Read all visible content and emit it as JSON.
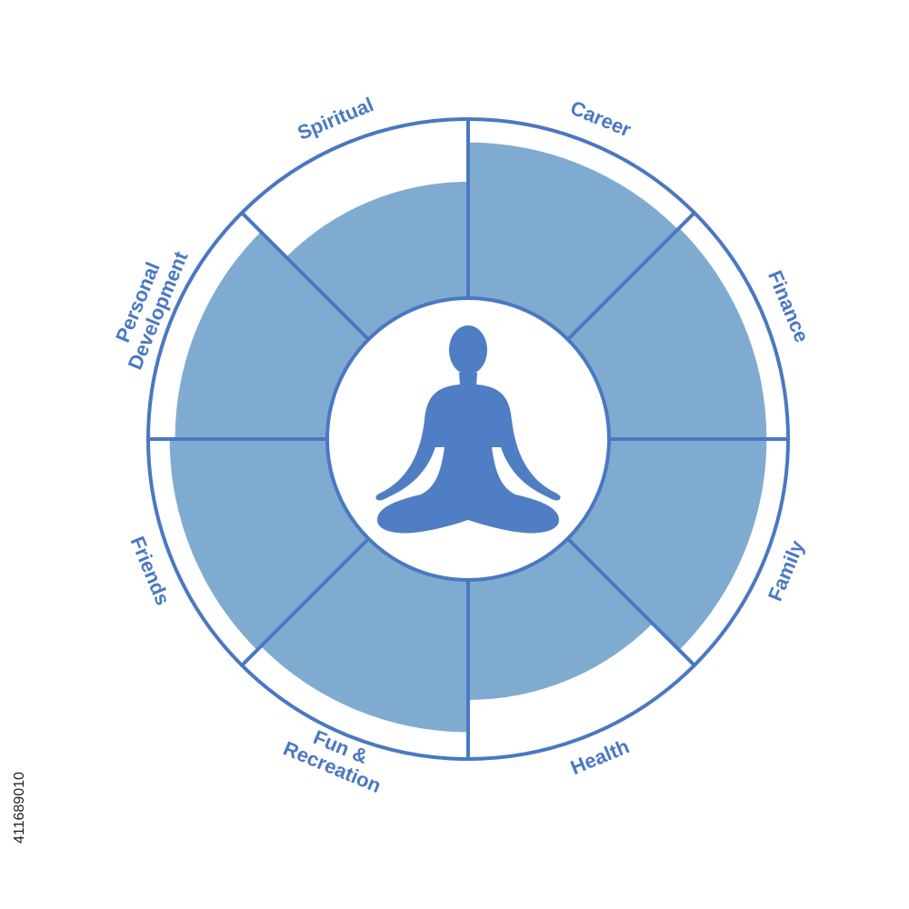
{
  "diagram": {
    "colors": {
      "outline": "#4a78c2",
      "fill": "#80abd1",
      "figure": "#4f7ec4",
      "background": "#ffffff"
    },
    "center_icon": "meditating-person-icon",
    "segments": [
      {
        "key": "career",
        "lines": [
          "Career"
        ],
        "level": 0.87
      },
      {
        "key": "finance",
        "lines": [
          "Finance"
        ],
        "level": 0.88
      },
      {
        "key": "family",
        "lines": [
          "Family"
        ],
        "level": 0.88
      },
      {
        "key": "health",
        "lines": [
          "Health"
        ],
        "level": 0.67
      },
      {
        "key": "fun-recreation",
        "lines": [
          "Fun &",
          "Recreation"
        ],
        "level": 0.85
      },
      {
        "key": "friends",
        "lines": [
          "Friends"
        ],
        "level": 0.88
      },
      {
        "key": "personal-development",
        "lines": [
          "Personal",
          "Development"
        ],
        "level": 0.85
      },
      {
        "key": "spiritual",
        "lines": [
          "Spiritual"
        ],
        "level": 0.65
      }
    ]
  },
  "stock_id": "411689010"
}
